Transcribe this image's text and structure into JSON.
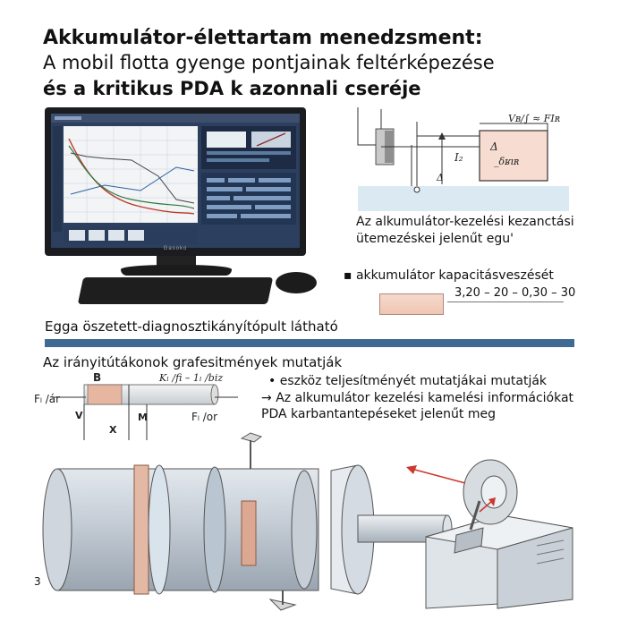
{
  "title": {
    "line1": "Akkumulátor-élettartam menedzsment:",
    "line2": "A mobil flotta gyenge pontjainak feltérképezése",
    "line3": "és a kritikus PDA k azonnali cseréje"
  },
  "monitor": {
    "brand": "Gasoko"
  },
  "top_right": {
    "formula": "Vʙ/∫ ≈ FIʀ",
    "box_label1": "Δ",
    "box_label2": "_δʁıʀ",
    "label_i": "I₂",
    "label_delta": "Δ",
    "caption_line1": "Az alkumulátor-kezelési kezanctási",
    "caption_line2": "ütemezéskei jelenűt egu'"
  },
  "capacity": {
    "bullet": "akkumulátor kapacitásveszését",
    "values": "3,20 – 20 – 0,30 – 30"
  },
  "panel_caption": "Egga öszetett-diagnosztikányítópult látható",
  "section2_title": "Az irányitútákonok grafesitmények mutatják",
  "bar_labels": {
    "b": "B",
    "formula": "Kₗ /fi – 1ₗ /biz",
    "fi_ar": "Fₗ /ár",
    "fi_or": "Fₗ /or",
    "v": "V",
    "m": "M",
    "x": "X"
  },
  "bullets2": {
    "b1": "eszköz teljesítményét mutatjákai mutatják",
    "b2": "Az alkumulátor kezelési kamelési információkat",
    "b3": "PDA karbantantepéseket jelenűt meg"
  },
  "page_number": "3",
  "colors": {
    "divider": "#3e6a94",
    "accent_copper": "#d79a7e",
    "steel": "#b9c4cf"
  }
}
